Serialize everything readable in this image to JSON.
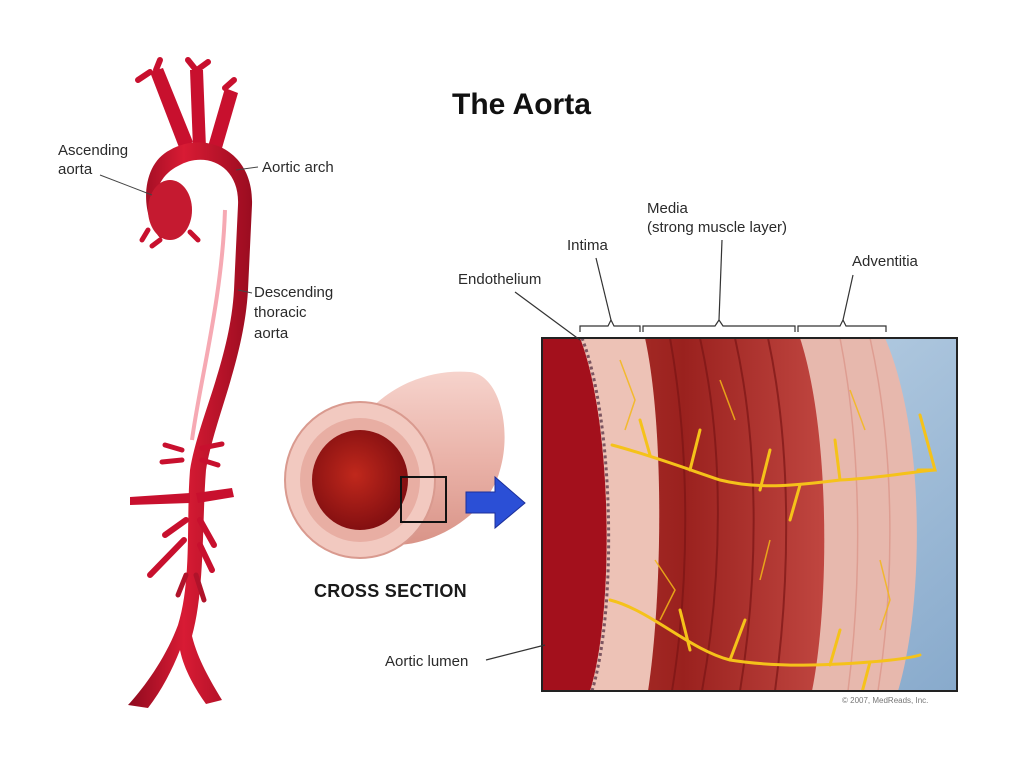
{
  "title": "The Aorta",
  "labels": {
    "ascending_1": "Ascending",
    "ascending_2": "aorta",
    "aortic_arch": "Aortic arch",
    "descending_1": "Descending",
    "descending_2": "thoracic",
    "descending_3": "aorta",
    "intima": "Intima",
    "media_1": "Media",
    "media_2": "(strong muscle layer)",
    "adventitia": "Adventitia",
    "endothelium": "Endothelium",
    "aortic_lumen": "Aortic lumen"
  },
  "cross_section": "CROSS SECTION",
  "copyright": "© 2007, MedReads, Inc.",
  "colors": {
    "aorta_red": "#c8102e",
    "lumen": "#a3101c",
    "wall_pink": "#eab8b0",
    "media": "#a82a25",
    "nerve_yellow": "#f5c21a",
    "arrow_blue": "#2b4fd6",
    "outer_blue": "#a7c3dc"
  },
  "icons": {
    "pointer": "blue-arrow-icon"
  }
}
